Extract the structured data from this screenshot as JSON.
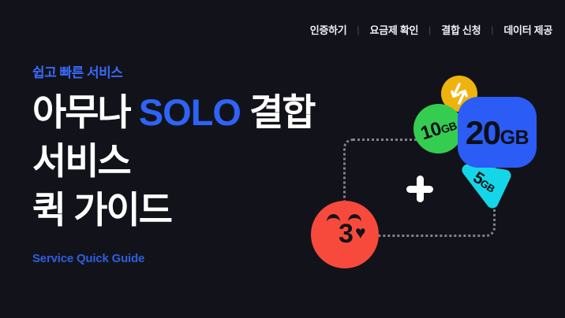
{
  "nav": {
    "separator": "|",
    "items": [
      "인증하기",
      "요금제 확인",
      "결합 신청",
      "데이터 제공"
    ]
  },
  "hero": {
    "eyebrow": "쉽고 빠른 서비스",
    "title": {
      "line1_prefix": "아무나 ",
      "line1_highlight": "SOLO",
      "line1_suffix": " 결합",
      "line2": "서비스",
      "line3": "퀵 가이드"
    },
    "tagline": "Service Quick Guide"
  },
  "graphics": {
    "badges": [
      {
        "name": "data-badge-10gb",
        "value": "10",
        "unit": "GB",
        "shape": "circle",
        "color": "#35cd50"
      },
      {
        "name": "data-badge-20gb",
        "value": "20",
        "unit": "GB",
        "shape": "rounded-square",
        "color": "#2b5cf5"
      },
      {
        "name": "data-badge-5gb",
        "value": "5",
        "unit": "GB",
        "shape": "rounded-triangle",
        "color": "#15d6e8"
      }
    ],
    "icons": {
      "transfer_arrows": "⇵",
      "plus": "+",
      "kiss_face_mouth": "3",
      "kiss_face_heart": "♥"
    },
    "colors": {
      "transfer_circle": "#f0b30d",
      "kiss_face": "#f74a3c",
      "dashed_outline": "#80818a"
    }
  },
  "colors": {
    "background": "#12131a",
    "accent_blue": "#2e63f6",
    "text_primary": "#ffffff",
    "badge_text": "#0c0f15"
  }
}
